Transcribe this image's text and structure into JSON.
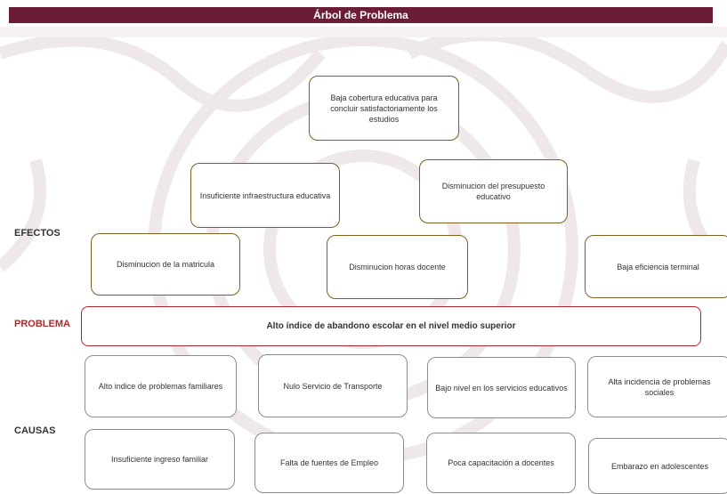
{
  "title": "Árbol de Problema",
  "labels": {
    "effects": "EFECTOS",
    "problem": "PROBLEMA",
    "causes": "CAUSAS"
  },
  "effects": {
    "top": "Baja cobertura educativa para concluir satisfactoriamente los estudios",
    "infrastructure": "Insuficiente infraestructura educativa",
    "budget": "Disminucion del presupuesto educativo",
    "enrollment": "Disminucion de la matricula",
    "teacher_hours": "Disminucion horas docente",
    "terminal_efficiency": "Baja eficiencia terminal"
  },
  "problem": "Alto índice de abandono escolar en el nivel medio superior",
  "causes": {
    "family_problems": "Alto indice de problemas familiares",
    "transport": "Nulo Servicio de Transporte",
    "services": "Bajo nivel en los servicios educativos",
    "social_problems": "Alta incidencia de problemas sociales",
    "family_income": "Insuficiente ingreso familiar",
    "employment": "Falta de fuentes de Empleo",
    "teacher_training": "Poca capacitación a docentes",
    "pregnancy": "Embarazo en adolescentes"
  },
  "colors": {
    "title_bar": "#6b1d37",
    "effect_border": "#7d6120",
    "problem_border": "#b0272b",
    "problem_label": "#b0272b",
    "cause_border": "#8c8c8c",
    "background_pattern": "#efe8ea"
  }
}
